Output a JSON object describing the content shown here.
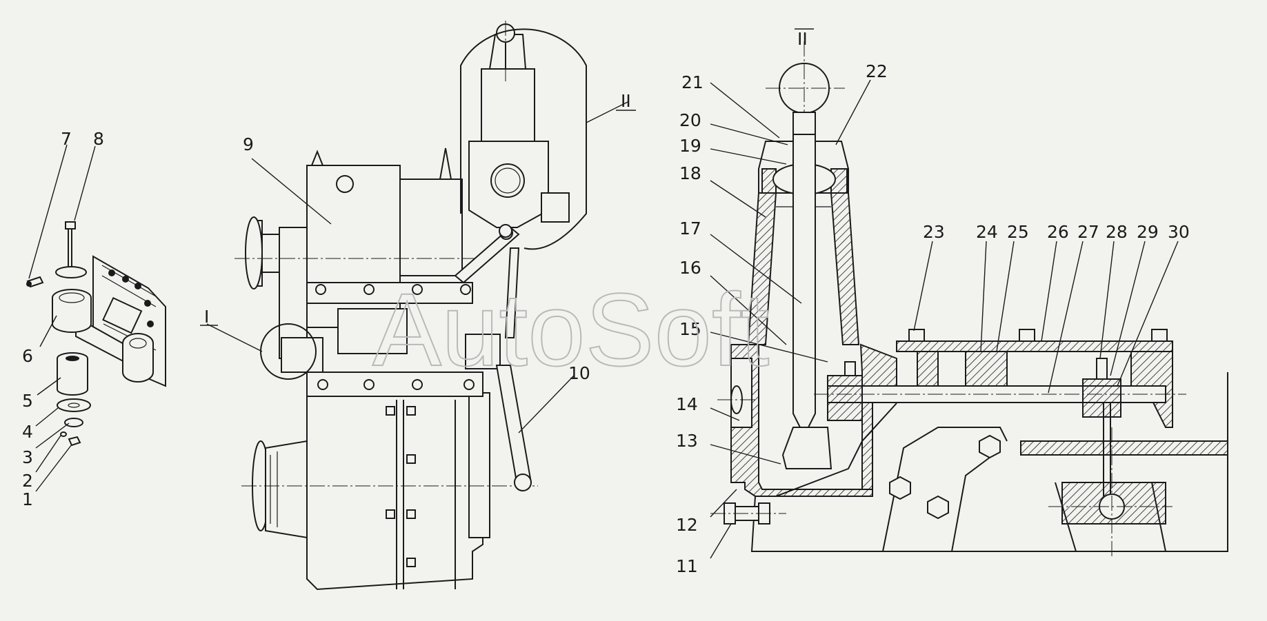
{
  "watermark": "AutoSoft",
  "callouts": [
    "1",
    "2",
    "3",
    "4",
    "5",
    "6",
    "7",
    "8",
    "9",
    "10",
    "11",
    "12",
    "13",
    "14",
    "15",
    "16",
    "17",
    "18",
    "19",
    "20",
    "21",
    "22",
    "23",
    "24",
    "25",
    "26",
    "27",
    "28",
    "29",
    "30"
  ],
  "view_labels": {
    "detail_one": "I",
    "detail_two": "II",
    "section_two": "II"
  }
}
